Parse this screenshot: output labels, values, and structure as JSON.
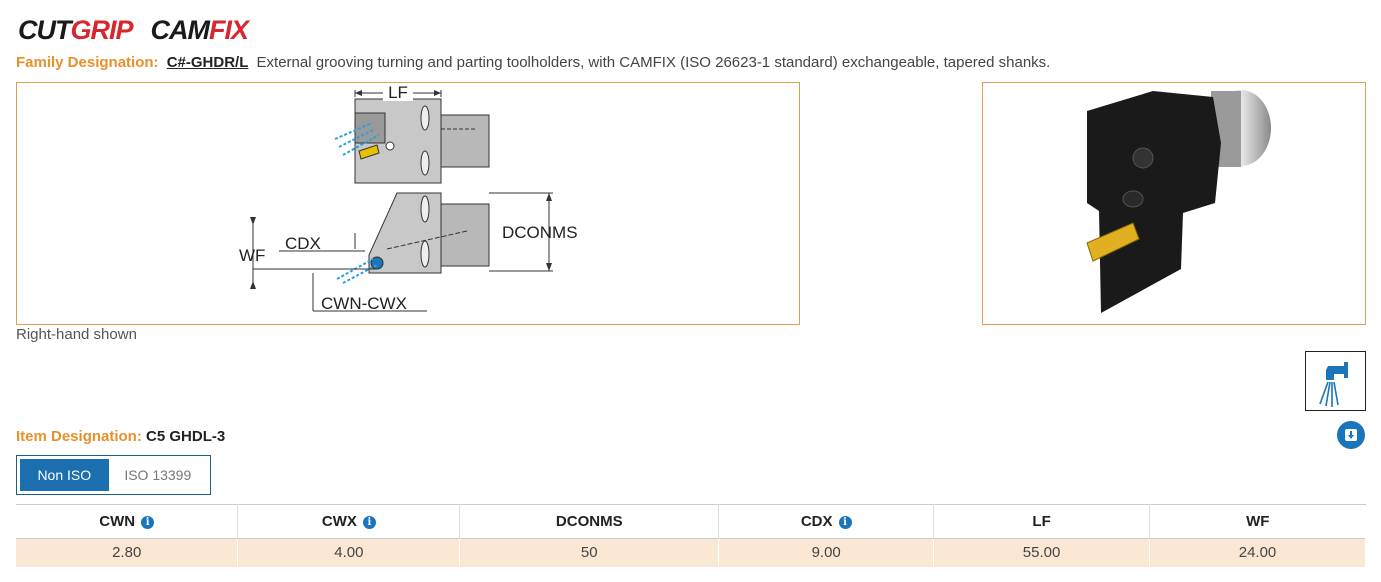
{
  "brand": {
    "name1_a": "CUT",
    "name1_b": "GRIP",
    "name2_a": "CAM",
    "name2_b": "FIX"
  },
  "family": {
    "label": "Family Designation:",
    "code": "C#-GHDR/L",
    "description": "External grooving turning and parting toolholders, with CAMFIX (ISO 26623-1 standard) exchangeable, tapered shanks."
  },
  "drawing": {
    "labels": [
      "LF",
      "CDX",
      "WF",
      "DCONMS",
      "CWN-CWX"
    ]
  },
  "caption": "Right-hand shown",
  "item": {
    "label": "Item Designation:",
    "value": "C5 GHDL-3"
  },
  "toggle": {
    "options": [
      "Non ISO",
      "ISO 13399"
    ],
    "selected": "Non ISO"
  },
  "table": {
    "headers": [
      "CWN",
      "CWX",
      "DCONMS",
      "CDX",
      "LF",
      "WF"
    ],
    "info_columns": [
      "CWN",
      "CWX",
      "CDX"
    ],
    "rows": [
      [
        "2.80",
        "4.00",
        "50",
        "9.00",
        "55.00",
        "24.00"
      ]
    ]
  },
  "icons": {
    "coolant": "coolant-tap-icon",
    "download": "download-icon",
    "info": "info-icon"
  },
  "colors": {
    "accent_orange": "#e8902c",
    "brand_red": "#d8262e",
    "blue": "#1b75bb",
    "row_bg": "#fbe8d4"
  }
}
